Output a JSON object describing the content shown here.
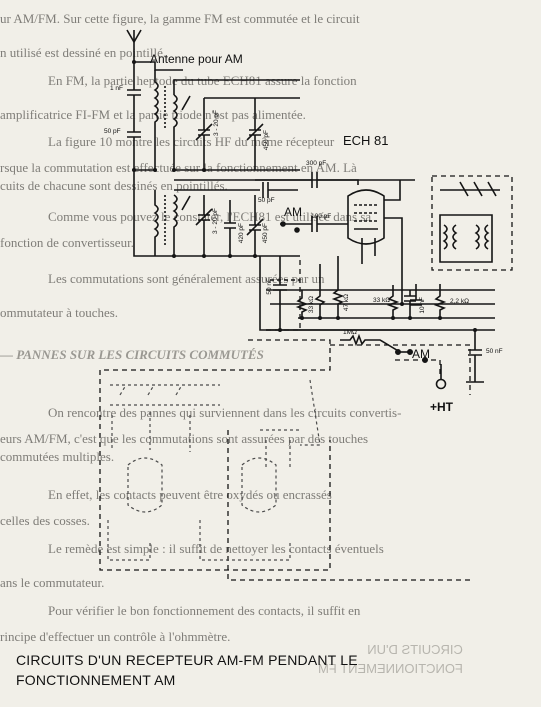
{
  "article": {
    "paragraphs": [
      "ur AM/FM. Sur cette figure, la gamme FM est commutée et le circuit",
      "n utilisé est dessiné en pointillé.",
      "En FM, la partie heptode du tube ECH81 assure la fonction",
      "amplificatrice FI-FM et la partie triode n'est pas alimentée.",
      "La figure 10 montre les circuits HF du même récepteur",
      "rsque la commutation est effectuée sur la fonctionnement en AM. Là",
      "cuits de chacune sont dessinés en pointillés.",
      "Comme vous pouvez le constater, l'ECH81 est utilisée dans sa",
      "fonction de convertisseur.",
      "Les commutations sont généralement assurées par un",
      "ommutateur à touches.",
      "— PANNES SUR LES CIRCUITS COMMUTÉS",
      "On rencontre des pannes qui surviennent dans les circuits convertis-",
      "eurs AM/FM, c'est que les commutations sont assurées par des touches",
      "commutées multiples.",
      "En effet, les contacts peuvent être oxydés ou encrassés",
      "celles des cosses.",
      "Le remède est simple : il suffit de nettoyer les contacts éventuels",
      "ans le commutateur.",
      "Pour vérifier le bon fonctionnement des contacts, il suffit en",
      "rincipe d'effectuer un contrôle à l'ohmmètre."
    ]
  },
  "schematic": {
    "antenna_label": "Antenne pour AM",
    "tube_label": "ECH 81",
    "am_switch_label": "AM",
    "am_switch_label_2": "AM",
    "ht_label": "+HT",
    "components": {
      "c_1nf": "1 nF",
      "c_50pf_a": "50 pF",
      "c_3_20pf_a": "3 - 20 pF",
      "c_450pf_a": "450 pF",
      "c_300pf": "300 pF",
      "c_50pf_b": "50 pF",
      "c_3_20pf_b": "3 - 20 pF",
      "c_420pf": "420 pF",
      "c_450pf_b": "450 pF",
      "c_100pf": "100 pF",
      "c_50nf_a": "50 nF",
      "r_33k_a": "33 kΩ",
      "r_47k": "47 kΩ",
      "r_33k_b": "33 kΩ",
      "c_10nf": "10 nF",
      "r_2_2k": "2,2 kΩ",
      "r_1m": "1MΩ",
      "c_50nf_b": "50 nF"
    }
  },
  "caption": {
    "line1": "CIRCUITS D'UN RECEPTEUR AM-FM PENDANT LE",
    "line2": "FONCTIONNEMENT AM"
  },
  "bleed": {
    "line1": "CIRCUITS D'UN",
    "line2": "FONCTIONNEMENT FM"
  }
}
